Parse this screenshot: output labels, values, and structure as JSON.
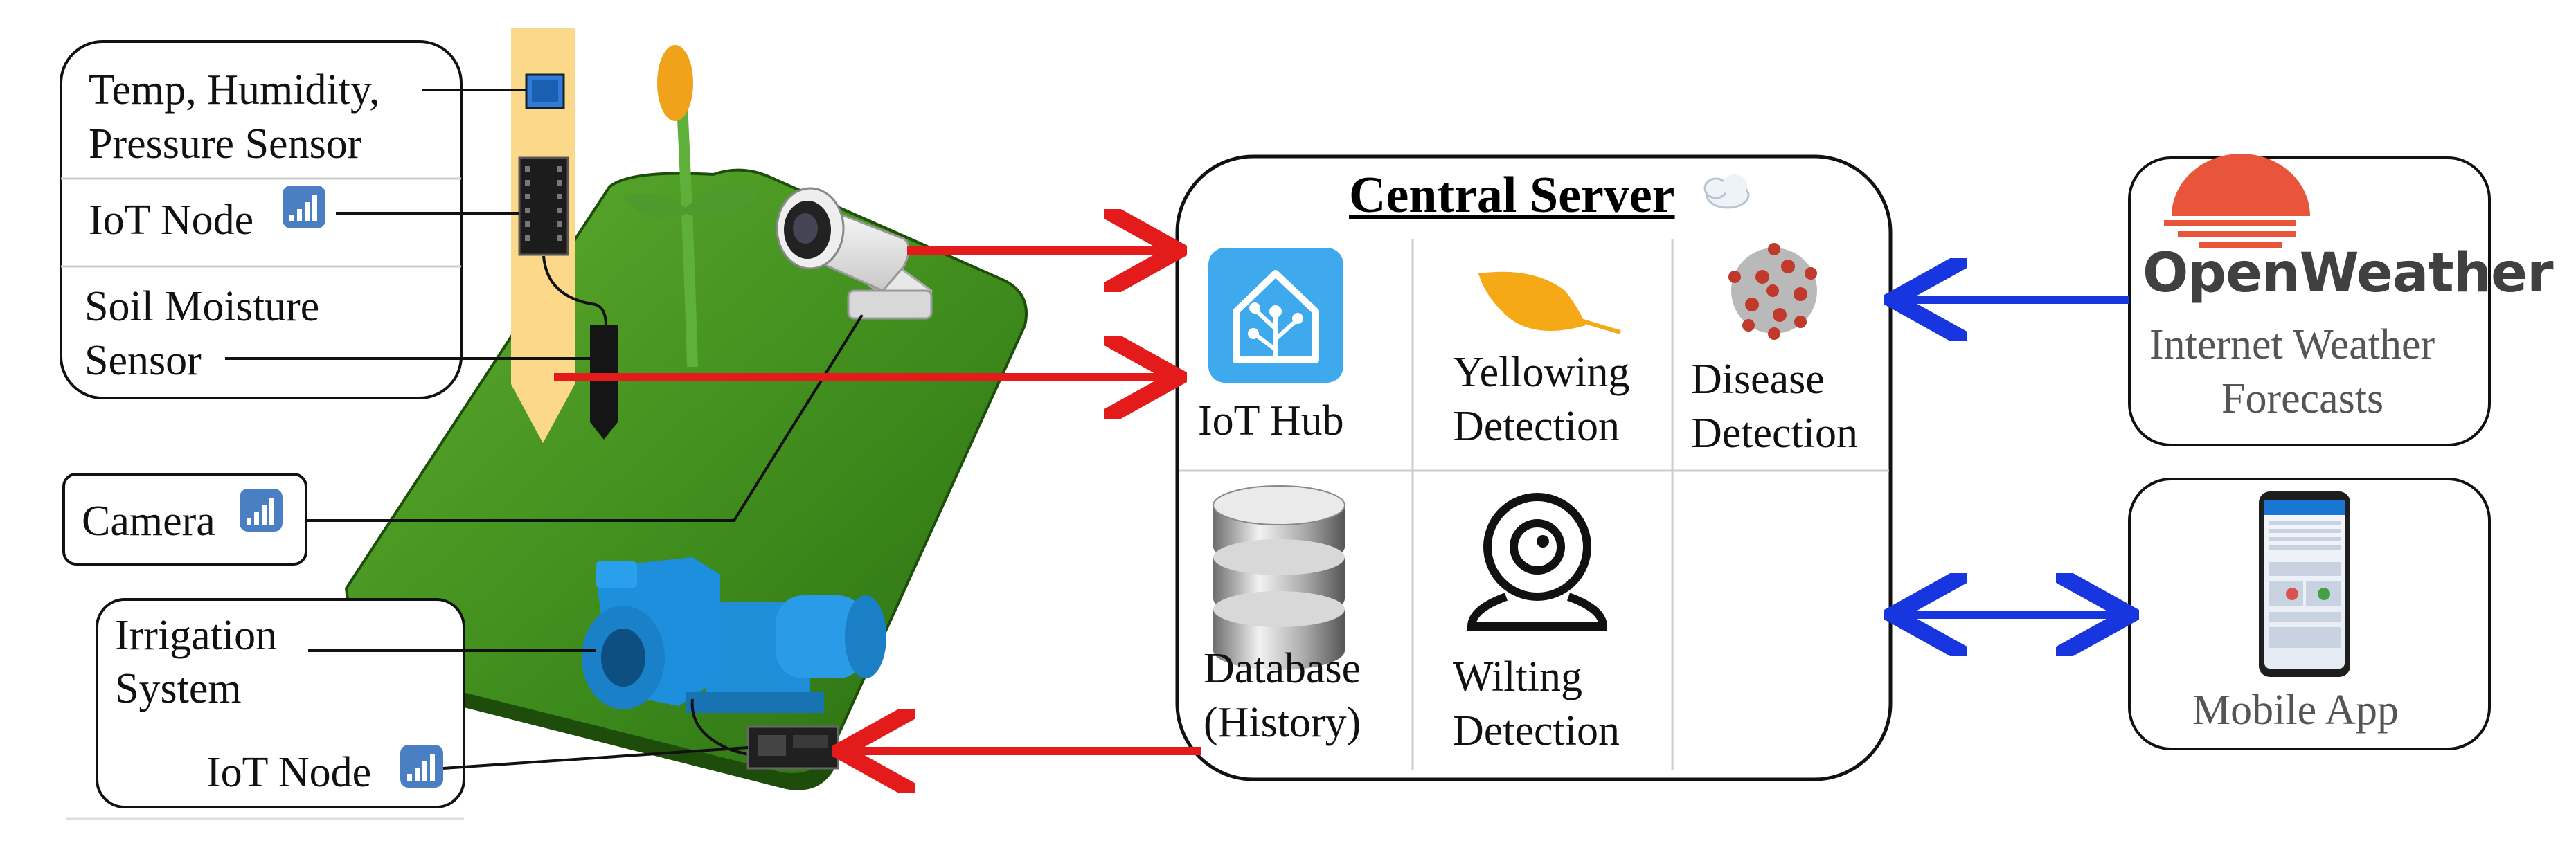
{
  "sensor_box": {
    "temp_label_line1": "Temp, Humidity,",
    "temp_label_line2": "Pressure Sensor",
    "iot_node_label": "IoT Node",
    "soil_label_line1": "Soil Moisture",
    "soil_label_line2": "Sensor"
  },
  "camera_box": {
    "label": "Camera"
  },
  "irrigation_box": {
    "label_line1": "Irrigation",
    "label_line2": "System",
    "iot_node_label": "IoT Node"
  },
  "central_server": {
    "title": "Central Server",
    "cells": [
      {
        "line1": "IoT Hub",
        "line2": ""
      },
      {
        "line1": "Yellowing",
        "line2": "Detection"
      },
      {
        "line1": "Disease",
        "line2": "Detection"
      },
      {
        "line1": "Database",
        "line2": "(History)"
      },
      {
        "line1": "Wilting",
        "line2": "Detection"
      }
    ]
  },
  "openweather": {
    "logo_text": "OpenWeather",
    "label_line1": "Internet Weather",
    "label_line2": "Forecasts"
  },
  "mobile_app": {
    "label": "Mobile App"
  },
  "colors": {
    "red_arrow": "#e31b1b",
    "blue_arrow": "#1736e0",
    "grass": "#3f8a1f",
    "pump": "#1f8ed8",
    "openweather_orange": "#e8553b"
  }
}
